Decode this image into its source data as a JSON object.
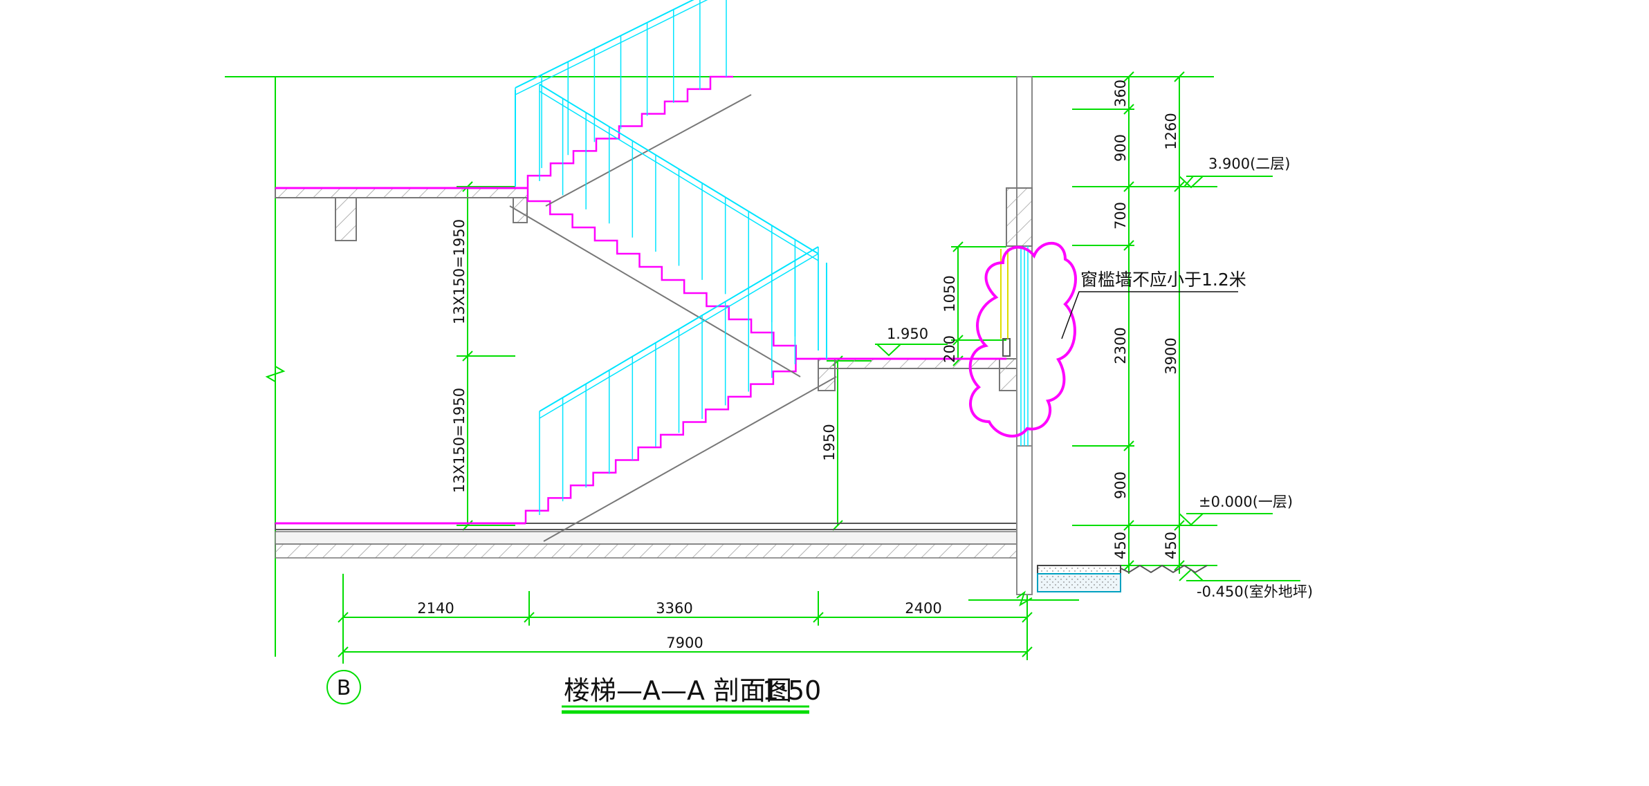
{
  "title": {
    "text": "楼梯—A—A 剖面图",
    "scale": "1:50"
  },
  "grid_axis": "B",
  "note": "窗槛墙不应小于1.2米",
  "levels": {
    "second_floor": "3.900(二层)",
    "first_floor": "±0.000(一层)",
    "outdoor": "-0.450(室外地坪)",
    "landing": "1.950"
  },
  "dimensions": {
    "horizontal": {
      "segment_1": "2140",
      "segment_2": "3360",
      "segment_3": "2400",
      "total": "7900"
    },
    "stair_flights": {
      "upper": "13X150=1950",
      "lower": "13X150=1950"
    },
    "landing_height": "1950",
    "window_sill": "1050",
    "sill_step": "200",
    "right_chain_inner": [
      "360",
      "900",
      "700",
      "2300",
      "900",
      "450"
    ],
    "right_chain_outer": [
      "1260",
      "3900",
      "450"
    ]
  },
  "colors": {
    "dimension_line": "#00dd00",
    "railing": "#00e5ff",
    "stair_tread": "#ff00ff",
    "structure": "#888888",
    "window_frame": "#dddd00",
    "revision_cloud": "#ff00ff"
  }
}
